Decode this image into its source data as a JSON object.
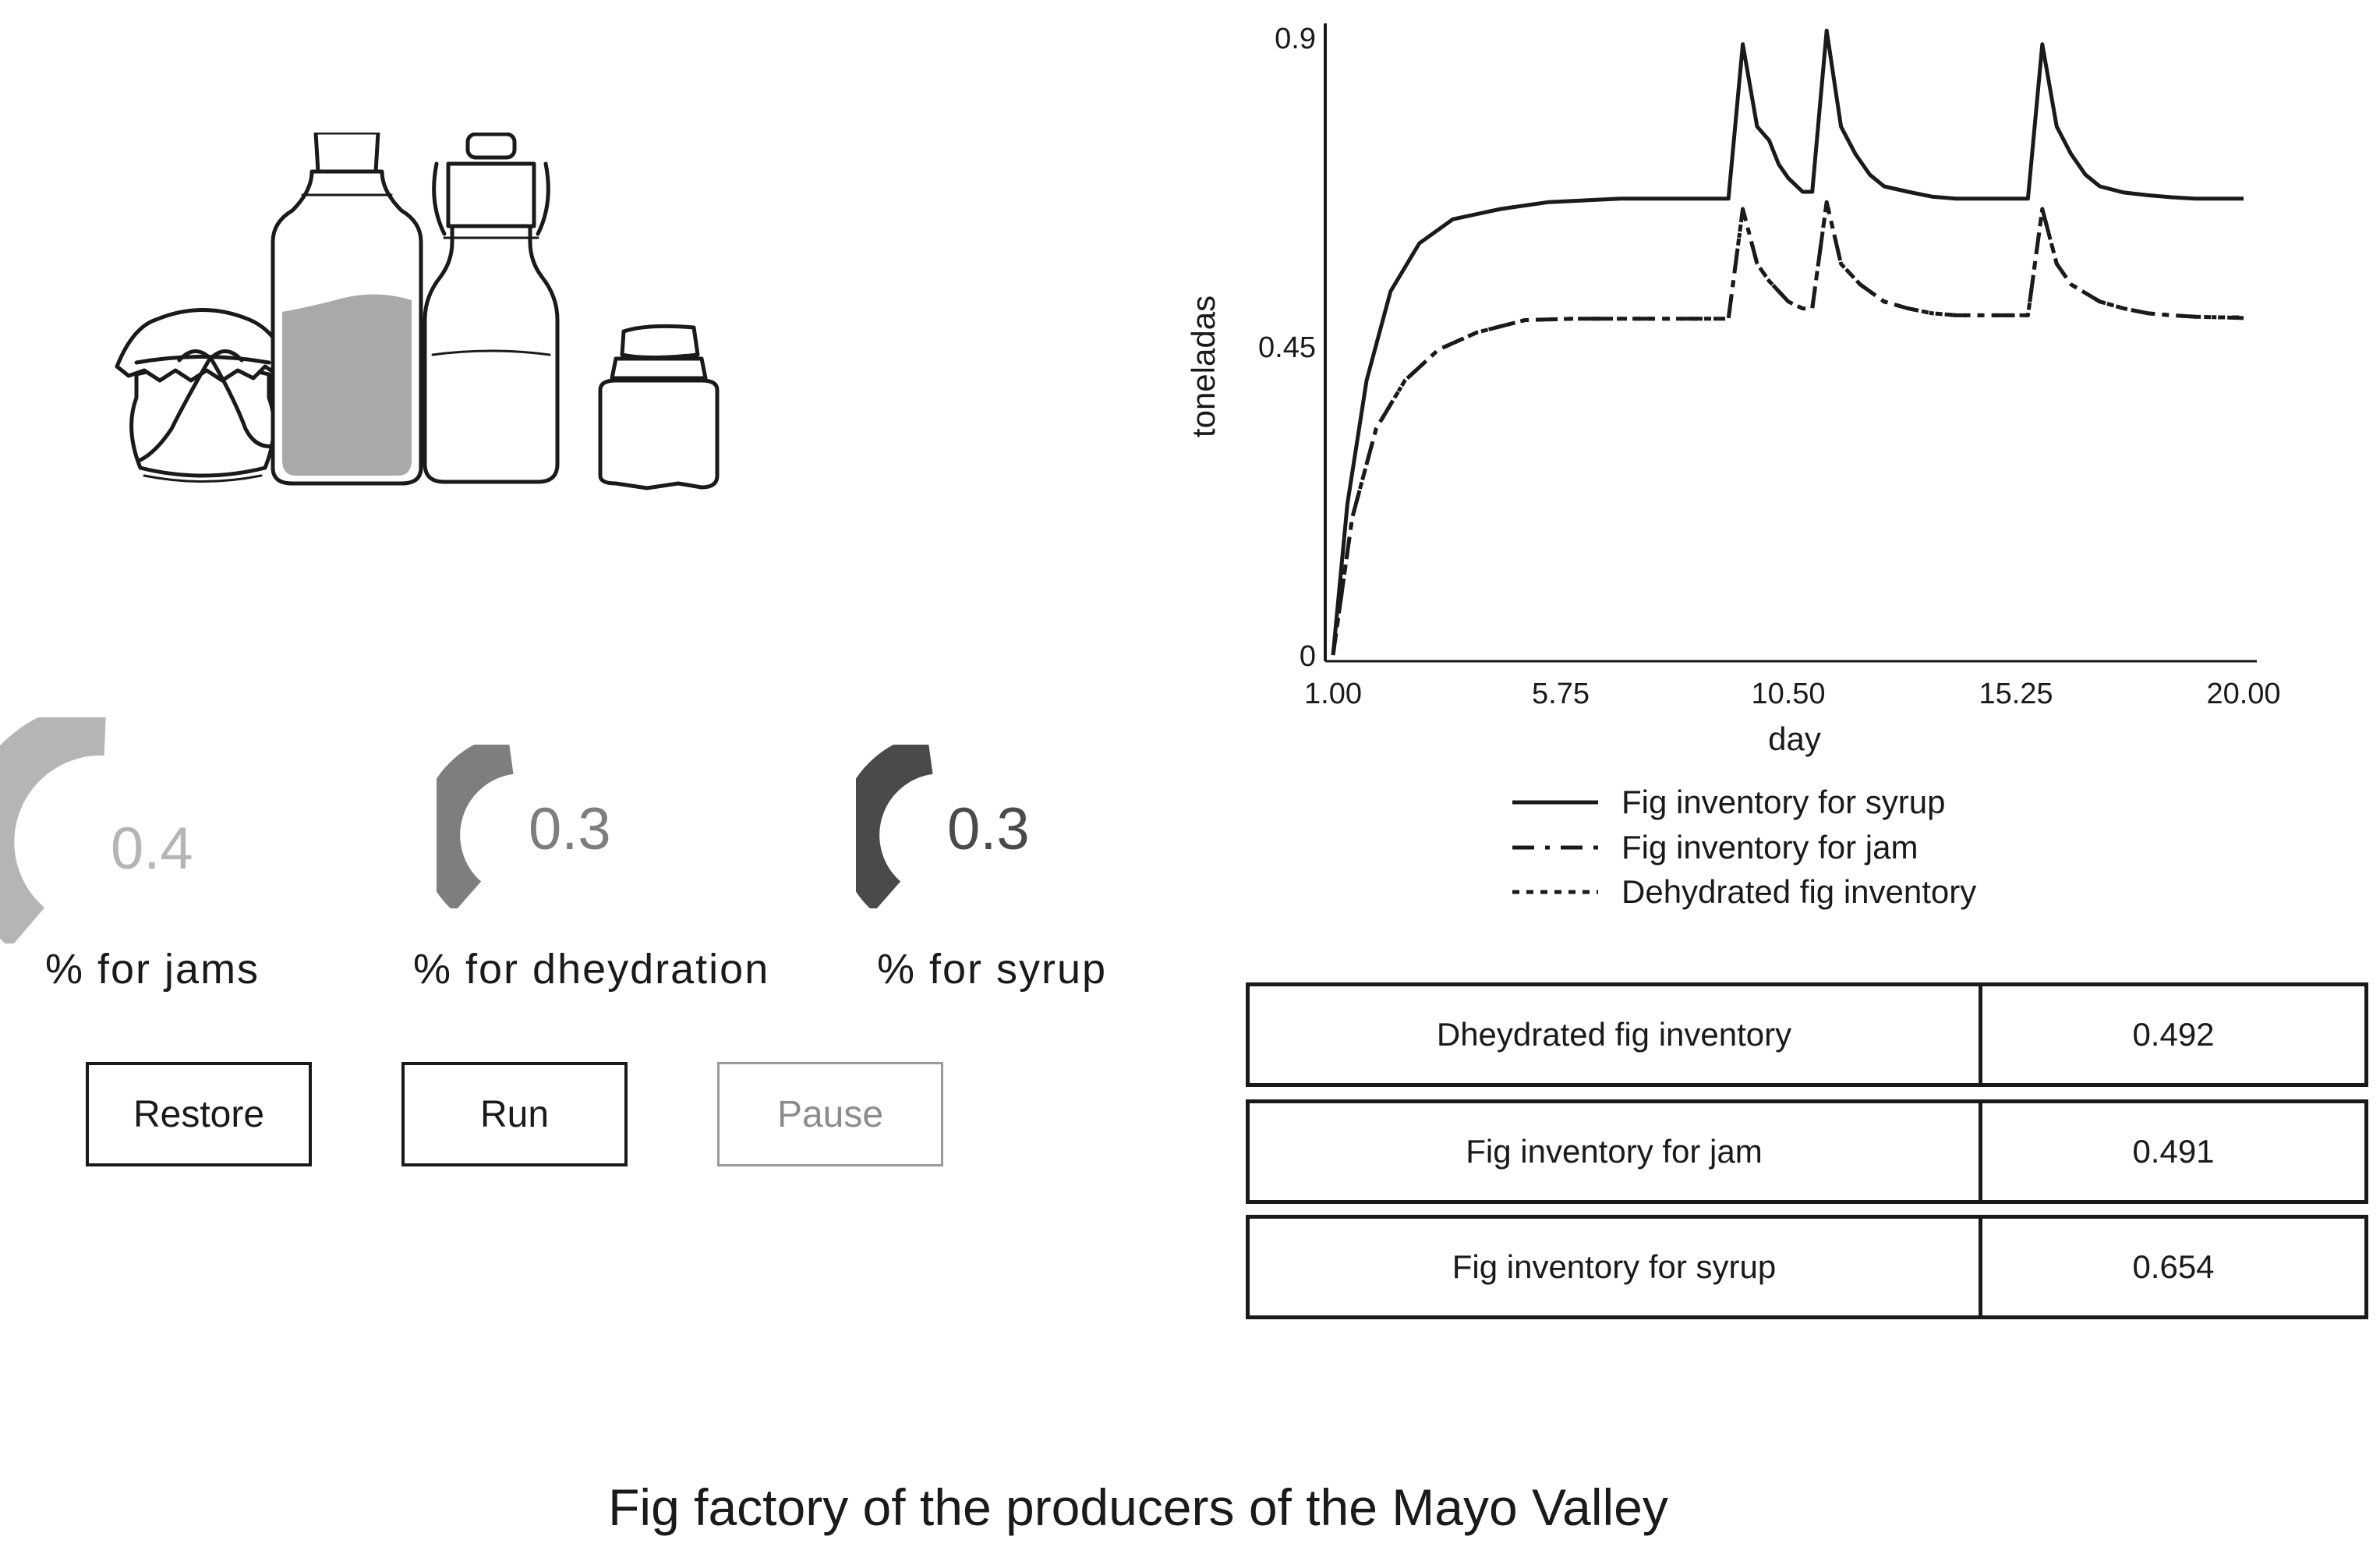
{
  "gauges": [
    {
      "label": "% for jams",
      "value": 0.4,
      "value_text": "0.4",
      "color": "#b5b5b5"
    },
    {
      "label": "% for dheydration",
      "value": 0.3,
      "value_text": "0.3",
      "color": "#7e7e7e"
    },
    {
      "label": "% for syrup",
      "value": 0.3,
      "value_text": "0.3",
      "color": "#4a4a4a"
    }
  ],
  "buttons": {
    "restore": "Restore",
    "run": "Run",
    "pause": "Pause"
  },
  "chart_data": {
    "type": "line",
    "xlabel": "day",
    "ylabel": "toneladas",
    "xlim": [
      1.0,
      20.0
    ],
    "ylim": [
      0,
      0.9
    ],
    "x_ticks": [
      "1.00",
      "5.75",
      "10.50",
      "15.25",
      "20.00"
    ],
    "y_ticks": [
      "0",
      "0.45",
      "0.9"
    ],
    "grid": false,
    "legend_position": "bottom",
    "series": [
      {
        "name": "Fig inventory for syrup",
        "style": "solid",
        "x": [
          1.0,
          1.3,
          1.7,
          2.2,
          2.8,
          3.5,
          4.5,
          5.5,
          7.0,
          8.5,
          9.25,
          9.55,
          9.85,
          10.1,
          10.3,
          10.5,
          10.8,
          11.0,
          11.3,
          11.6,
          11.9,
          12.2,
          12.5,
          13.0,
          13.5,
          14.0,
          14.5,
          15.0,
          15.5,
          15.8,
          16.1,
          16.4,
          16.7,
          17.0,
          17.5,
          18.0,
          18.5,
          19.0,
          19.5,
          20.0
        ],
        "y": [
          0.0,
          0.22,
          0.4,
          0.53,
          0.6,
          0.635,
          0.65,
          0.66,
          0.665,
          0.665,
          0.665,
          0.89,
          0.77,
          0.75,
          0.715,
          0.695,
          0.675,
          0.675,
          0.91,
          0.77,
          0.73,
          0.7,
          0.683,
          0.675,
          0.668,
          0.665,
          0.665,
          0.665,
          0.665,
          0.89,
          0.77,
          0.73,
          0.7,
          0.683,
          0.674,
          0.67,
          0.667,
          0.665,
          0.665,
          0.665
        ]
      },
      {
        "name": "Fig inventory for jam",
        "style": "dashdot",
        "x": [
          1.0,
          1.4,
          1.9,
          2.5,
          3.2,
          4.0,
          5.0,
          6.0,
          7.0,
          8.5,
          9.25,
          9.55,
          9.85,
          10.1,
          10.5,
          10.8,
          11.0,
          11.3,
          11.6,
          12.0,
          12.5,
          13.0,
          13.5,
          14.0,
          14.5,
          15.0,
          15.5,
          15.8,
          16.1,
          16.4,
          17.0,
          17.5,
          18.0,
          18.5,
          19.0,
          19.5,
          20.0
        ],
        "y": [
          0.0,
          0.2,
          0.33,
          0.4,
          0.445,
          0.47,
          0.488,
          0.49,
          0.49,
          0.49,
          0.49,
          0.65,
          0.57,
          0.545,
          0.515,
          0.505,
          0.505,
          0.66,
          0.57,
          0.54,
          0.515,
          0.505,
          0.498,
          0.495,
          0.495,
          0.495,
          0.495,
          0.65,
          0.57,
          0.54,
          0.515,
          0.505,
          0.498,
          0.495,
          0.493,
          0.492,
          0.491
        ]
      },
      {
        "name": "Dehydrated fig inventory",
        "style": "dotted",
        "x": [
          1.0,
          1.4,
          1.9,
          2.5,
          3.2,
          4.0,
          5.0,
          6.0,
          7.0,
          8.5,
          9.25,
          9.55,
          9.85,
          10.1,
          10.5,
          10.8,
          11.0,
          11.3,
          11.6,
          12.0,
          12.5,
          13.0,
          13.5,
          14.0,
          14.5,
          15.0,
          15.5,
          15.8,
          16.1,
          16.4,
          17.0,
          17.5,
          18.0,
          18.5,
          19.0,
          19.5,
          20.0
        ],
        "y": [
          0.0,
          0.2,
          0.33,
          0.4,
          0.445,
          0.47,
          0.488,
          0.49,
          0.49,
          0.49,
          0.49,
          0.65,
          0.57,
          0.545,
          0.515,
          0.505,
          0.505,
          0.66,
          0.57,
          0.54,
          0.515,
          0.505,
          0.498,
          0.495,
          0.495,
          0.495,
          0.495,
          0.65,
          0.57,
          0.54,
          0.515,
          0.505,
          0.498,
          0.495,
          0.493,
          0.492,
          0.492
        ]
      }
    ]
  },
  "table": {
    "rows": [
      {
        "name": "Dheydrated fig inventory",
        "value": "0.492"
      },
      {
        "name": "Fig inventory for jam",
        "value": "0.491"
      },
      {
        "name": "Fig inventory for syrup",
        "value": "0.654"
      }
    ]
  },
  "footer": {
    "title": "Fig factory of the producers of the Mayo Valley"
  }
}
